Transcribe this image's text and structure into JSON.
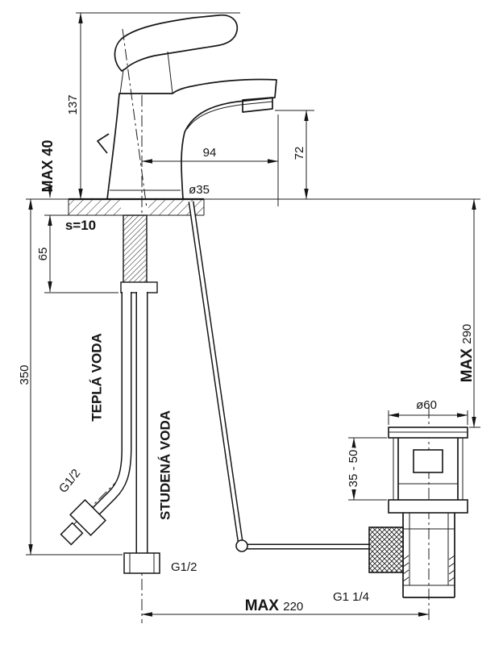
{
  "labels": {
    "height_137": "137",
    "max_40": "MAX 40",
    "reach_94": "94",
    "spout_72": "72",
    "dia_35": "ø35",
    "plate_s10": "s=10",
    "shank_65": "65",
    "length_350": "350",
    "hot_water": "TEPLÁ VODA",
    "cold_water": "STUDENÁ VODA",
    "hot_thread": "G1/2",
    "cold_thread": "G1/2",
    "dia_60": "ø60",
    "max_label_290": "MAX ",
    "value_290": "290",
    "clamp_35_50": "35 - 50",
    "drain_thread": "G1 1/4",
    "max_label_220": "MAX ",
    "value_220": "220"
  }
}
